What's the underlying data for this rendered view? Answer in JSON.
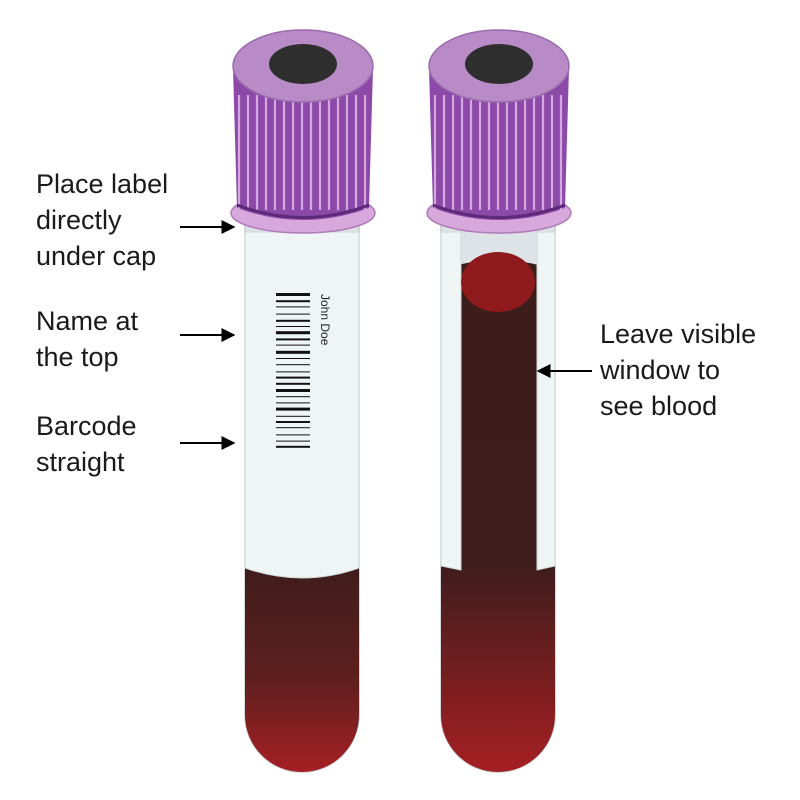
{
  "annotations": {
    "label_under_cap": [
      "Place label",
      "directly",
      "under cap"
    ],
    "name_at_top": [
      "Name at",
      "the top"
    ],
    "barcode_straight": [
      "Barcode",
      "straight"
    ],
    "visible_window": [
      "Leave visible",
      "window to",
      "see blood"
    ]
  },
  "tube_label": {
    "patient_name": "John Doe"
  },
  "colors": {
    "cap_top": "#b98bc6",
    "cap_ribs": "#7a3a9a",
    "cap_hole": "#2e2e2e",
    "cap_collar": "#d7a8dc",
    "tube_glass": "#dde3e6",
    "label_paper": "#eef5f4",
    "blood_top": "#3e1d1c",
    "blood_bottom": "#a51f23",
    "blood_surface": "#8e1a1d",
    "arrow": "#000000"
  }
}
